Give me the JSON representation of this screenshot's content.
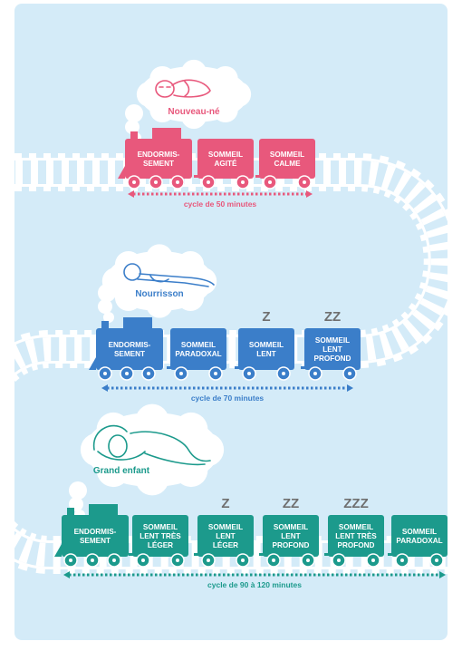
{
  "colors": {
    "background": "#d4ebf8",
    "track": "#ffffff",
    "newborn": "#e8587c",
    "infant": "#3b7ec9",
    "child": "#1c9a8c",
    "zz": "#6f6f6f"
  },
  "trains": [
    {
      "id": "newborn",
      "stage_label": "Nouveau-né",
      "icon": "sleeping-baby-icon",
      "cycle_label": "cycle de 50 minutes",
      "wagons": [
        {
          "lines": [
            "ENDORMIS-",
            "SEMENT"
          ],
          "z": ""
        },
        {
          "lines": [
            "SOMMEIL",
            "AGITÉ"
          ],
          "z": ""
        },
        {
          "lines": [
            "SOMMEIL",
            "CALME"
          ],
          "z": ""
        }
      ]
    },
    {
      "id": "infant",
      "stage_label": "Nourrisson",
      "icon": "sleeping-infant-icon",
      "cycle_label": "cycle de 70 minutes",
      "wagons": [
        {
          "lines": [
            "ENDORMIS-",
            "SEMENT"
          ],
          "z": ""
        },
        {
          "lines": [
            "SOMMEIL",
            "PARADOXAL"
          ],
          "z": ""
        },
        {
          "lines": [
            "SOMMEIL",
            "LENT"
          ],
          "z": "Z"
        },
        {
          "lines": [
            "SOMMEIL",
            "LENT",
            "PROFOND"
          ],
          "z": "ZZ"
        }
      ]
    },
    {
      "id": "child",
      "stage_label": "Grand enfant",
      "icon": "sleeping-child-icon",
      "cycle_label": "cycle de 90 à 120 minutes",
      "wagons": [
        {
          "lines": [
            "ENDORMIS-",
            "SEMENT"
          ],
          "z": ""
        },
        {
          "lines": [
            "SOMMEIL",
            "LENT TRÈS",
            "LÉGER"
          ],
          "z": ""
        },
        {
          "lines": [
            "SOMMEIL",
            "LENT",
            "LÉGER"
          ],
          "z": "Z"
        },
        {
          "lines": [
            "SOMMEIL",
            "LENT",
            "PROFOND"
          ],
          "z": "ZZ"
        },
        {
          "lines": [
            "SOMMEIL",
            "LENT TRÈS",
            "PROFOND"
          ],
          "z": "ZZZ"
        },
        {
          "lines": [
            "SOMMEIL",
            "PARADOXAL"
          ],
          "z": ""
        }
      ]
    }
  ]
}
